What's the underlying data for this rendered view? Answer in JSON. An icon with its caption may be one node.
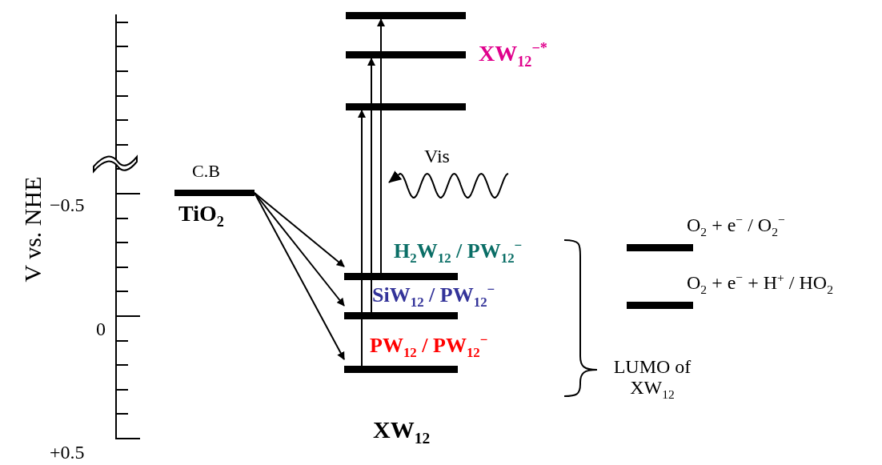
{
  "diagram": {
    "nodes": [
      {
        "text": [
          "C.B"
        ],
        "beside": [
          "TiO$_{2}$"
        ]
      },
      {
        "text": [],
        "shape": "bar"
      },
      {
        "text": [],
        "shape": "bar"
      },
      {
        "text": [],
        "shape": "bar"
      },
      {
        "text": [
          "H$_{2}$W$_{12}$ / PW$_{12}$$^{−}$"
        ]
      },
      {
        "text": [
          "SiW$_{12}$ / PW$_{12}$$^{−}$"
        ]
      },
      {
        "text": [
          "PW$_{12}$ / PW$_{12}$$^{−}$"
        ]
      },
      {
        "text": [
          "O$_{2}$ + e$^{−}$ / O$_{2}$$^{−}$"
        ]
      },
      {
        "text": [
          "O$_{2}$ + e$^{−}$ + H$^{+}$ / HO$_{2}$"
        ]
      }
    ],
    "edges": [
      {
        "from": 0,
        "to": 4,
        "arrow": "to"
      },
      {
        "from": 0,
        "to": 5,
        "arrow": "to"
      },
      {
        "from": 0,
        "to": 6,
        "arrow": "to"
      },
      {
        "from": 6,
        "to": 3,
        "arrow": "to"
      },
      {
        "from": 5,
        "to": 2,
        "arrow": "to"
      },
      {
        "from": 4,
        "to": 1,
        "arrow": "to"
      }
    ],
    "labels": [
      "V vs. NHE",
      "−0.5",
      "0",
      "+0.5",
      "Vis",
      "XW$_{12}$$^{−*}$",
      "XW$_{12}$",
      "LUMO of XW$_{12}$"
    ]
  }
}
